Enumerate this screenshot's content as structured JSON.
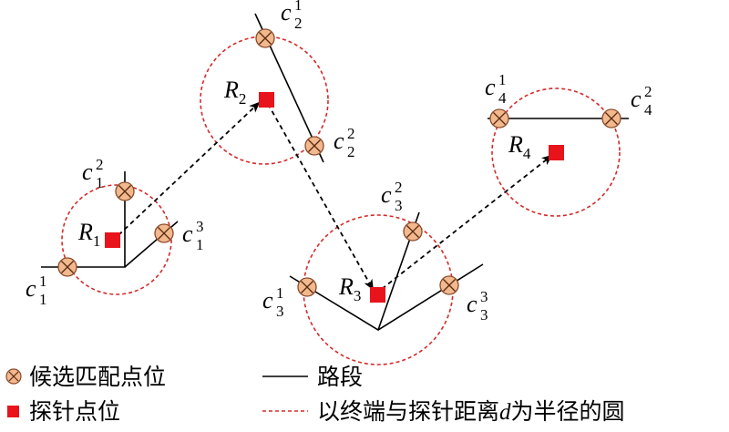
{
  "colors": {
    "circle_stroke": "#d42a2a",
    "probe_fill": "#e8131b",
    "candidate_fill": "#f2b98f",
    "candidate_stroke": "#8a4a2a",
    "road": "#000000"
  },
  "probes": [
    {
      "id": "R1",
      "letter": "R",
      "sub": "1"
    },
    {
      "id": "R2",
      "letter": "R",
      "sub": "2"
    },
    {
      "id": "R3",
      "letter": "R",
      "sub": "3"
    },
    {
      "id": "R4",
      "letter": "R",
      "sub": "4"
    }
  ],
  "candidates": [
    {
      "id": "c1_1",
      "letter": "c",
      "sup": "1",
      "sub": "1"
    },
    {
      "id": "c1_2",
      "letter": "c",
      "sup": "2",
      "sub": "1"
    },
    {
      "id": "c1_3",
      "letter": "c",
      "sup": "3",
      "sub": "1"
    },
    {
      "id": "c2_1",
      "letter": "c",
      "sup": "1",
      "sub": "2"
    },
    {
      "id": "c2_2",
      "letter": "c",
      "sup": "2",
      "sub": "2"
    },
    {
      "id": "c3_1",
      "letter": "c",
      "sup": "1",
      "sub": "3"
    },
    {
      "id": "c3_2",
      "letter": "c",
      "sup": "2",
      "sub": "3"
    },
    {
      "id": "c3_3",
      "letter": "c",
      "sup": "3",
      "sub": "3"
    },
    {
      "id": "c4_1",
      "letter": "c",
      "sup": "1",
      "sub": "4"
    },
    {
      "id": "c4_2",
      "letter": "c",
      "sup": "2",
      "sub": "4"
    }
  ],
  "legend": {
    "candidate": "候选匹配点位",
    "road": "路段",
    "probe": "探针点位",
    "circle_prefix": "以终端与探针距离",
    "circle_var": "d",
    "circle_suffix": "为半径的圆"
  }
}
